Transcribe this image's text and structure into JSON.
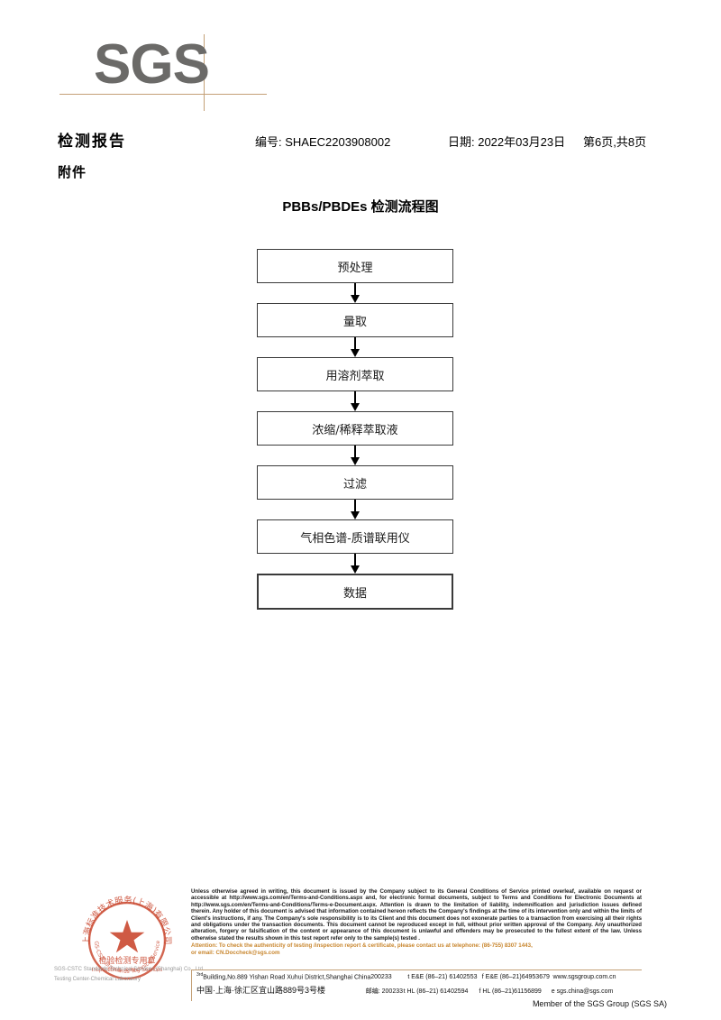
{
  "logo": {
    "text": "SGS",
    "color": "#6b6a68",
    "rule_color": "#c4a077"
  },
  "header": {
    "title": "检测报告",
    "attachment_label": "附件",
    "report_no": "编号: SHAEC2203908002",
    "date": "日期: 2022年03月23日",
    "page": "第6页,共8页"
  },
  "flowchart": {
    "title": "PBBs/PBDEs 检测流程图",
    "nodes": [
      {
        "label": "预处理"
      },
      {
        "label": "量取"
      },
      {
        "label": "用溶剂萃取"
      },
      {
        "label": "浓缩/稀释萃取液"
      },
      {
        "label": "过滤"
      },
      {
        "label": "气相色谱-质谱联用仪"
      },
      {
        "label": "数据"
      }
    ]
  },
  "stamp": {
    "outer_text": "上海标准技术服务(上海)有限公司",
    "center_text_cn": "检验检测专用章",
    "center_text_en": "Inspection & Testing Services",
    "color": "#c8432a",
    "underlay_line1": "SGS-CSTC Standards Technical Services (Shanghai) Co., Ltd.",
    "underlay_line2": "Testing Center-Chemical Laboratory"
  },
  "footer": {
    "disclaimer": "Unless otherwise agreed in writing, this document is issued by the Company subject to its General Conditions of Service printed overleaf, available on request or accessible at http://www.sgs.com/en/Terms-and-Conditions.aspx and, for electronic format documents, subject to Terms and Conditions for Electronic Documents at http://www.sgs.com/en/Terms-and-Conditions/Terms-e-Document.aspx. Attention is drawn to the limitation of liability, indemnification and jurisdiction issues defined therein. Any holder of this document is advised that information contained hereon reflects the Company's findings at the time of its intervention only and within the limits of Client's instructions, if any. The Company's sole responsibility is to its Client and this document does not exonerate parties to a transaction from exercising all their rights and obligations under the transaction documents. This document cannot be reproduced except in full, without prior written approval of the Company. Any unauthorized alteration, forgery or falsification of the content or appearance of this document is unlawful and offenders may be prosecuted to the fullest extent of the law. Unless otherwise stated the results shown in this test report refer only to the sample(s) tested .",
    "attention_line1": "Attention: To check the authenticity of testing /inspection report & certificate, please contact us at telephone: (86-755) 8307 1443,",
    "attention_line2": "or email: CN.Doccheck@sgs.com",
    "attention_color": "#c8862e",
    "address_en": "Building,No.889 Yishan Road Xuhui District,Shanghai China",
    "address_en_sup": "3rd",
    "zip_en": "200233",
    "tel_en_1": "t E&E (86–21) 61402553",
    "tel_en_2": "f E&E (86–21)64953679",
    "web": "www.sgsgroup.com.cn",
    "address_cn": "中国·上海·徐汇区宜山路889号3号楼",
    "zip_cn": "邮编: 200233",
    "tel_cn_1": "t HL (86–21) 61402594",
    "tel_cn_2": "f HL (86–21)61156899",
    "email": "e sgs.china@sgs.com",
    "member": "Member of the SGS Group (SGS SA)"
  }
}
